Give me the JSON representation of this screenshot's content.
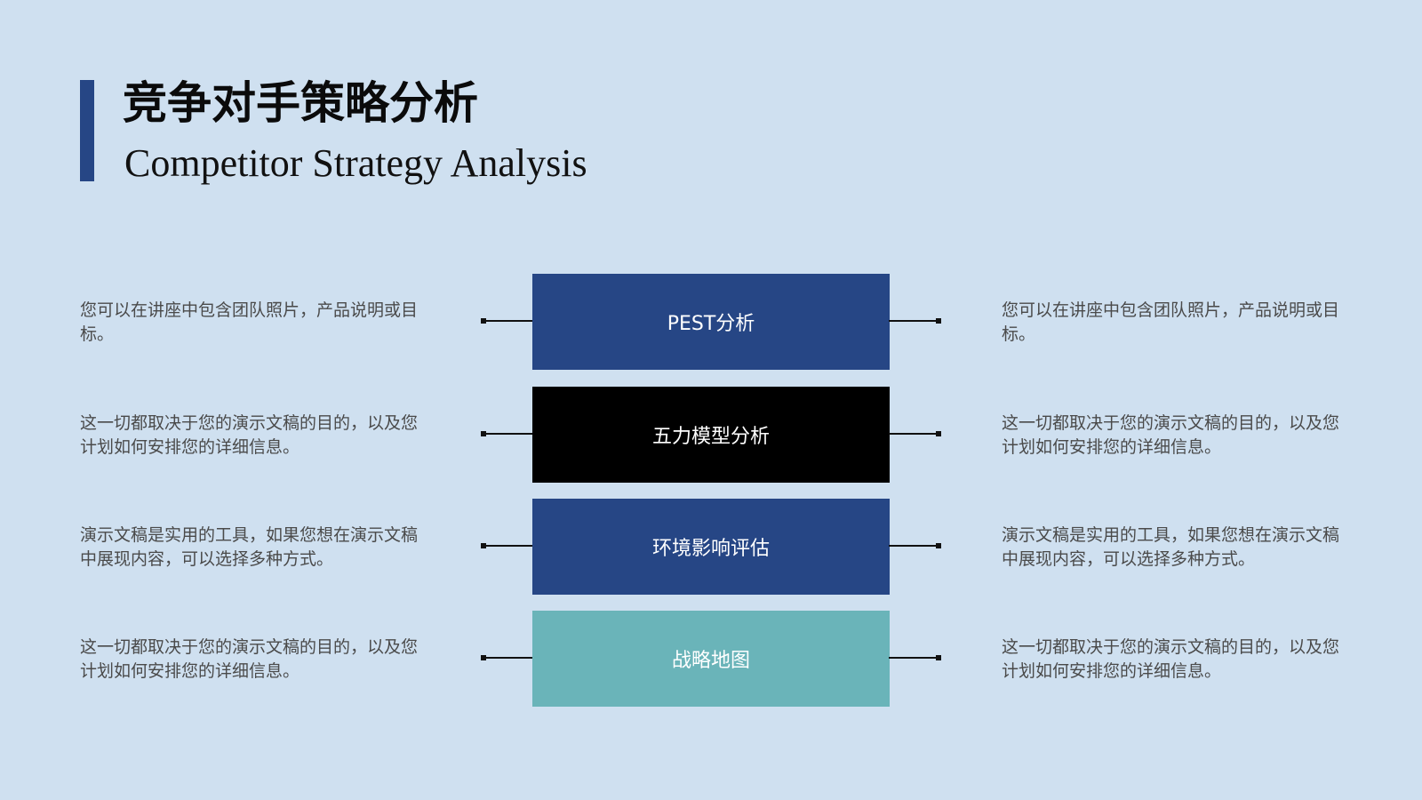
{
  "header": {
    "title_cn": "竞争对手策略分析",
    "title_en": "Competitor Strategy Analysis"
  },
  "colors": {
    "background": "#cfe0f0",
    "accent": "#264685",
    "navy": "#264685",
    "black": "#000000",
    "teal": "#6ab4b9"
  },
  "rows": [
    {
      "label": "PEST分析",
      "color": "#264685",
      "left_text": "您可以在讲座中包含团队照片，产品说明或目标。",
      "right_text": "您可以在讲座中包含团队照片，产品说明或目标。"
    },
    {
      "label": "五力模型分析",
      "color": "#000000",
      "left_text": "这一切都取决于您的演示文稿的目的，以及您计划如何安排您的详细信息。",
      "right_text": "这一切都取决于您的演示文稿的目的，以及您计划如何安排您的详细信息。"
    },
    {
      "label": "环境影响评估",
      "color": "#264685",
      "left_text": "演示文稿是实用的工具，如果您想在演示文稿中展现内容，可以选择多种方式。",
      "right_text": "演示文稿是实用的工具，如果您想在演示文稿中展现内容，可以选择多种方式。"
    },
    {
      "label": "战略地图",
      "color": "#6ab4b9",
      "left_text": "这一切都取决于您的演示文稿的目的，以及您计划如何安排您的详细信息。",
      "right_text": "这一切都取决于您的演示文稿的目的，以及您计划如何安排您的详细信息。"
    }
  ]
}
